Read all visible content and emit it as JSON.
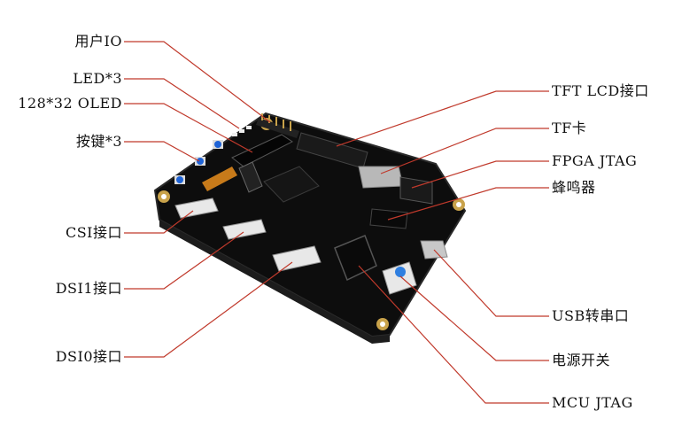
{
  "labels": {
    "user_io": "用户IO",
    "led": "LED*3",
    "oled": "128*32 OLED",
    "button": "按键*3",
    "csi": "CSI接口",
    "dsi1": "DSI1接口",
    "dsi0": "DSI0接口",
    "tft_lcd": "TFT LCD接口",
    "tf_card": "TF卡",
    "fpga_jtag": "FPGA JTAG",
    "buzzer": "蜂鸣器",
    "usb_uart": "USB转串口",
    "power_switch": "电源开关",
    "mcu_jtag": "MCU JTAG"
  },
  "colors": {
    "leader_line": "#c0392b",
    "pcb": "#111111",
    "pcb_edge": "#2a2a2a",
    "mount_hole": "#c8a24a",
    "button_cap": "#1e63d6",
    "switch_cap": "#2f7fe0"
  }
}
